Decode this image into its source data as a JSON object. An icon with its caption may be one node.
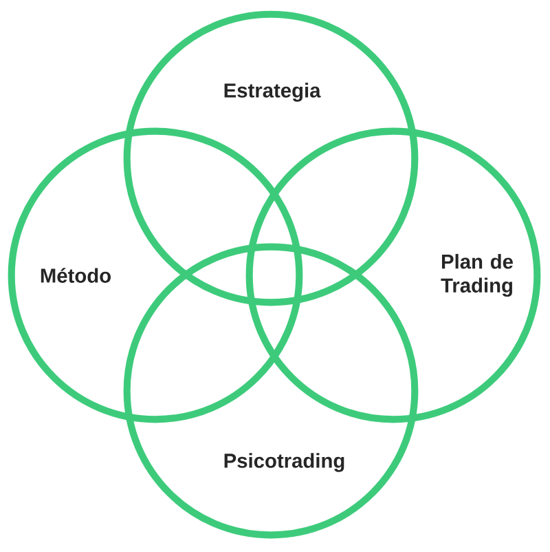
{
  "diagram": {
    "nodes": [
      {
        "text": [
          "Estrategia"
        ]
      },
      {
        "text": [
          "Método"
        ]
      },
      {
        "text": [
          "Plan de Trading"
        ]
      },
      {
        "text": [
          "Psicotrading"
        ]
      }
    ]
  }
}
